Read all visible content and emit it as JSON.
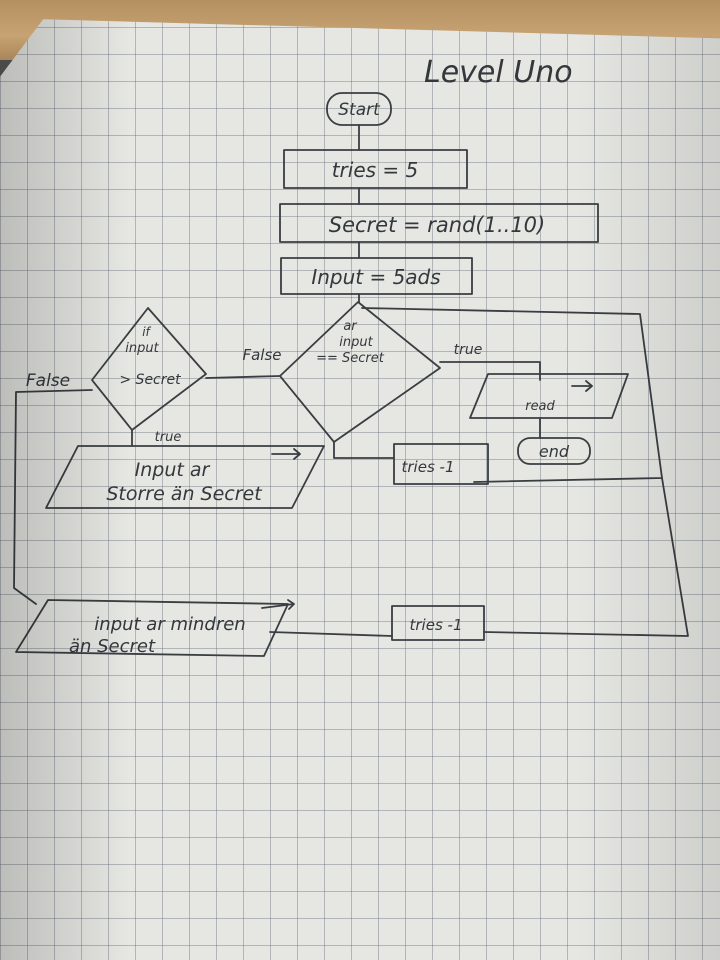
{
  "title": "Level Uno",
  "nodes": {
    "start": "Start",
    "tries_init": "tries = 5",
    "secret_init": "Secret = rand(1..10)",
    "input_init": "Input = 5ads",
    "decision_main": [
      "ar",
      "input",
      "== Secret"
    ],
    "decision_left": [
      "if",
      "input",
      "> Secret"
    ],
    "output_right": "read",
    "end": "end",
    "output_greater": [
      "Input ar",
      "Storre än Secret"
    ],
    "output_less": [
      "input ar mindren",
      "än Secret"
    ],
    "tries_dec_mid": "tries -1",
    "tries_dec_bottom": "tries -1"
  },
  "edges": {
    "false_main": "False",
    "true_main": "true",
    "false_left": "False",
    "true_left": "true"
  },
  "colors": {
    "ink": "#34383c",
    "paper": "#e6e7e3",
    "grid": "#8e969c"
  }
}
